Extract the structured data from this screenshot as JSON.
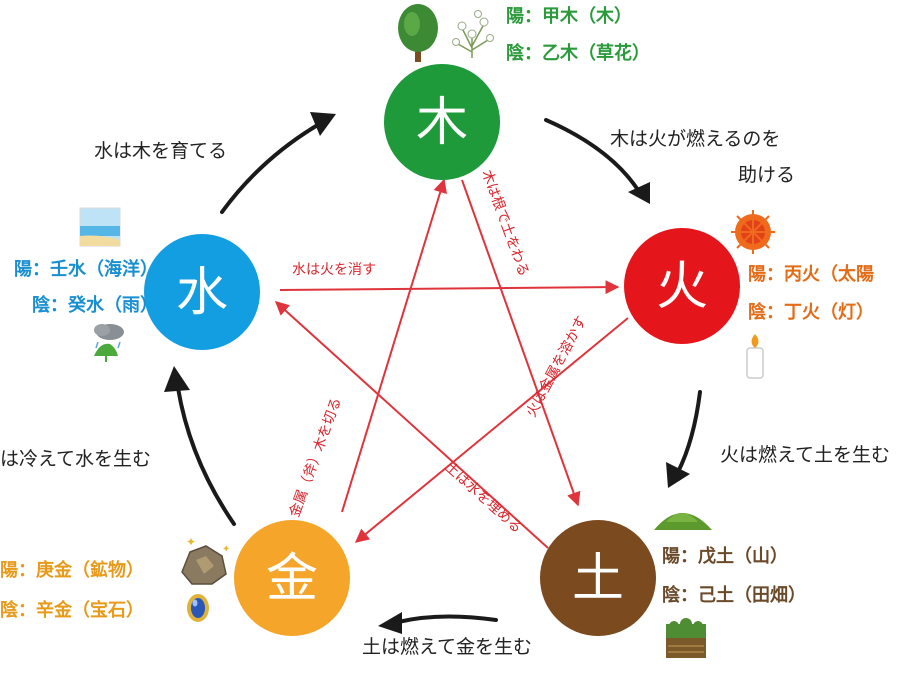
{
  "colors": {
    "wood": "#1e9a3a",
    "fire": "#e5161b",
    "earth": "#7b4a1e",
    "metal": "#f4a52a",
    "water": "#139ee2",
    "wood_text": "#2a9a3a",
    "fire_text": "#e46c17",
    "earth_text": "#6b4a2a",
    "metal_text": "#e89a1a",
    "water_text": "#1a8fd0",
    "control_line": "#e0343c",
    "cycle_arrow": "#1a1a1a",
    "symbol_text": "#ffffff"
  },
  "elements": {
    "wood": {
      "symbol": "木",
      "yang": "陽：甲木（木）",
      "yin": "陰：乙木（草花）",
      "yang_icon": "tree-icon",
      "yin_icon": "flower-icon"
    },
    "fire": {
      "symbol": "火",
      "yang": "陽：丙火（太陽",
      "yin": "陰：丁火（灯）",
      "yang_icon": "sun-icon",
      "yin_icon": "candle-icon"
    },
    "earth": {
      "symbol": "土",
      "yang": "陽：戊土（山）",
      "yin": "陰：己土（田畑）",
      "yang_icon": "mountain-icon",
      "yin_icon": "field-icon"
    },
    "metal": {
      "symbol": "金",
      "yang": "陽：庚金（鉱物）",
      "yin": "陰：辛金（宝石）",
      "yang_icon": "ore-icon",
      "yin_icon": "jewel-icon"
    },
    "water": {
      "symbol": "水",
      "yang": "陽：壬水（海洋）",
      "yin": "陰：癸水（雨）",
      "yang_icon": "ocean-icon",
      "yin_icon": "rain-icon"
    }
  },
  "cycle": {
    "water_wood": "水は木を育てる",
    "wood_fire_1": "木は火が燃えるのを",
    "wood_fire_2": "助ける",
    "fire_earth": "火は燃えて土を生む",
    "earth_metal": "土は燃えて金を生む",
    "metal_water": "は冷えて水を生む"
  },
  "control": {
    "water_fire": "水は火を消す",
    "wood_earth": "木は根で土をわる",
    "fire_metal": "火は金属を溶かす",
    "earth_water": "土は水を埋める",
    "metal_wood": "金属（斧）木を切る"
  }
}
